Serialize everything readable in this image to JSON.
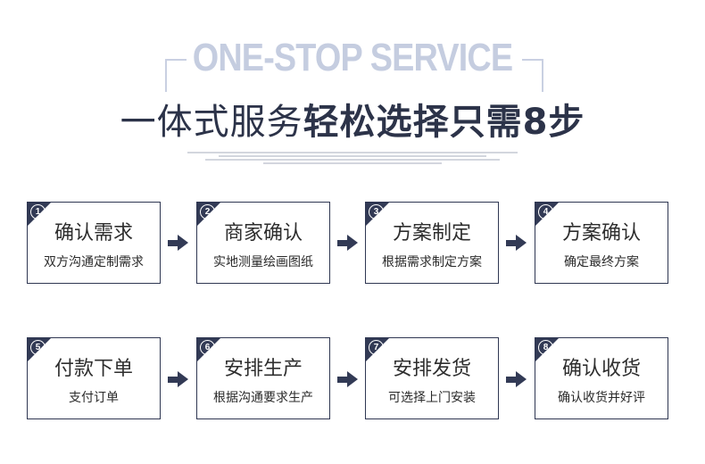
{
  "header": {
    "english_title": "ONE-STOP SERVICE",
    "title_regular": "一体式服务",
    "title_bold": "轻松选择只需8步"
  },
  "steps": [
    {
      "num": "1",
      "title": "确认需求",
      "desc": "双方沟通定制需求"
    },
    {
      "num": "2",
      "title": "商家确认",
      "desc": "实地测量绘画图纸"
    },
    {
      "num": "3",
      "title": "方案制定",
      "desc": "根据需求制定方案"
    },
    {
      "num": "4",
      "title": "方案确认",
      "desc": "确定最终方案"
    },
    {
      "num": "5",
      "title": "付款下单",
      "desc": "支付订单"
    },
    {
      "num": "6",
      "title": "安排生产",
      "desc": "根据沟通要求生产"
    },
    {
      "num": "7",
      "title": "安排发货",
      "desc": "可选择上门安装"
    },
    {
      "num": "8",
      "title": "确认收货",
      "desc": "确认收货并好评"
    }
  ],
  "colors": {
    "accent": "#323a55",
    "english_title": "#c5cde0"
  }
}
